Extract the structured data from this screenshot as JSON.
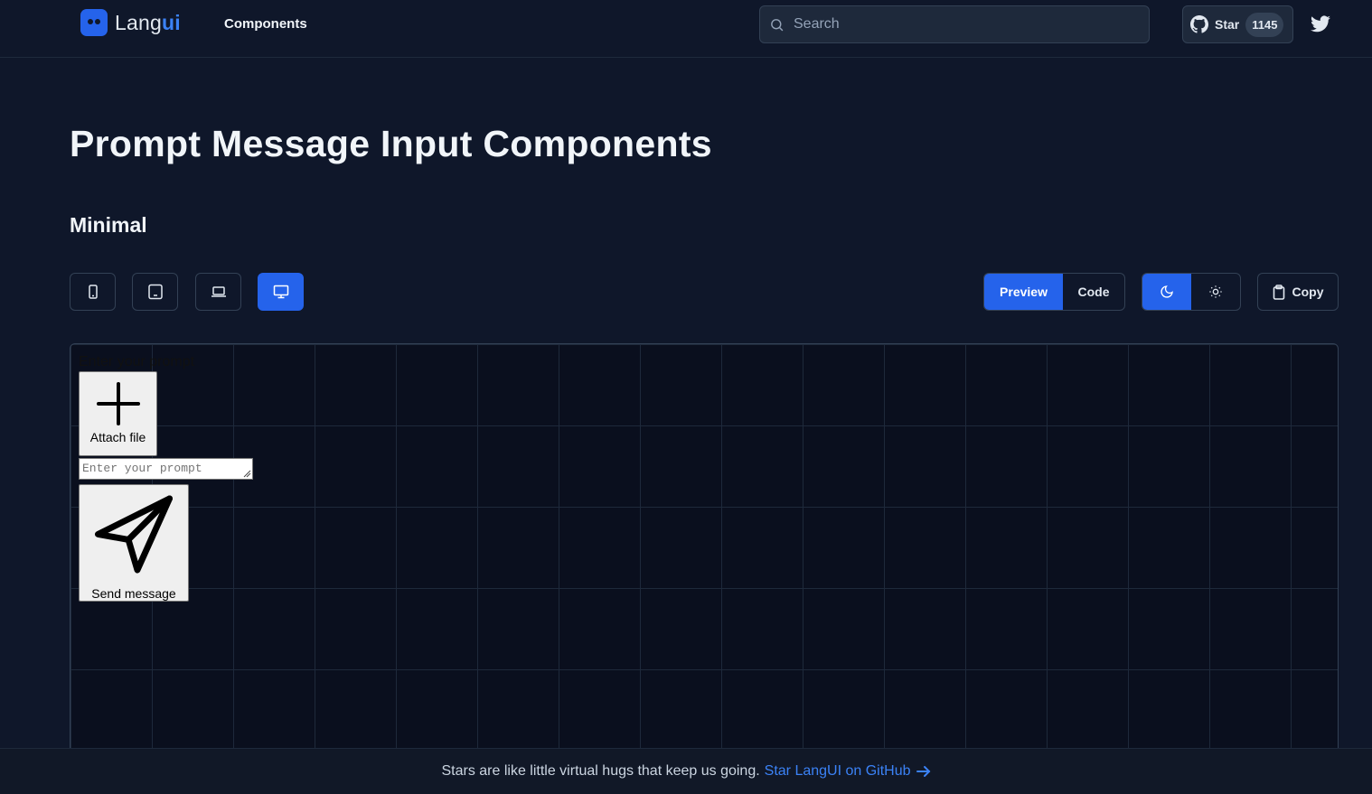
{
  "header": {
    "logo_text_a": "Lang",
    "logo_text_b": "ui",
    "nav_components": "Components",
    "search_placeholder": "Search",
    "github_label": "Star",
    "github_stars": "1145"
  },
  "main": {
    "title": "Prompt Message Input Components",
    "section": "Minimal",
    "view_tabs": {
      "preview": "Preview",
      "code": "Code"
    },
    "copy_label": "Copy"
  },
  "preview": {
    "label": "Enter your prompt",
    "attach_label": "Attach file",
    "prompt_placeholder": "Enter your prompt",
    "send_label": "Send message"
  },
  "footer": {
    "text": "Stars are like little virtual hugs that keep us going.",
    "link": "Star LangUI on GitHub"
  },
  "colors": {
    "background": "#0f172a",
    "accent": "#2563eb",
    "border": "#334155"
  }
}
